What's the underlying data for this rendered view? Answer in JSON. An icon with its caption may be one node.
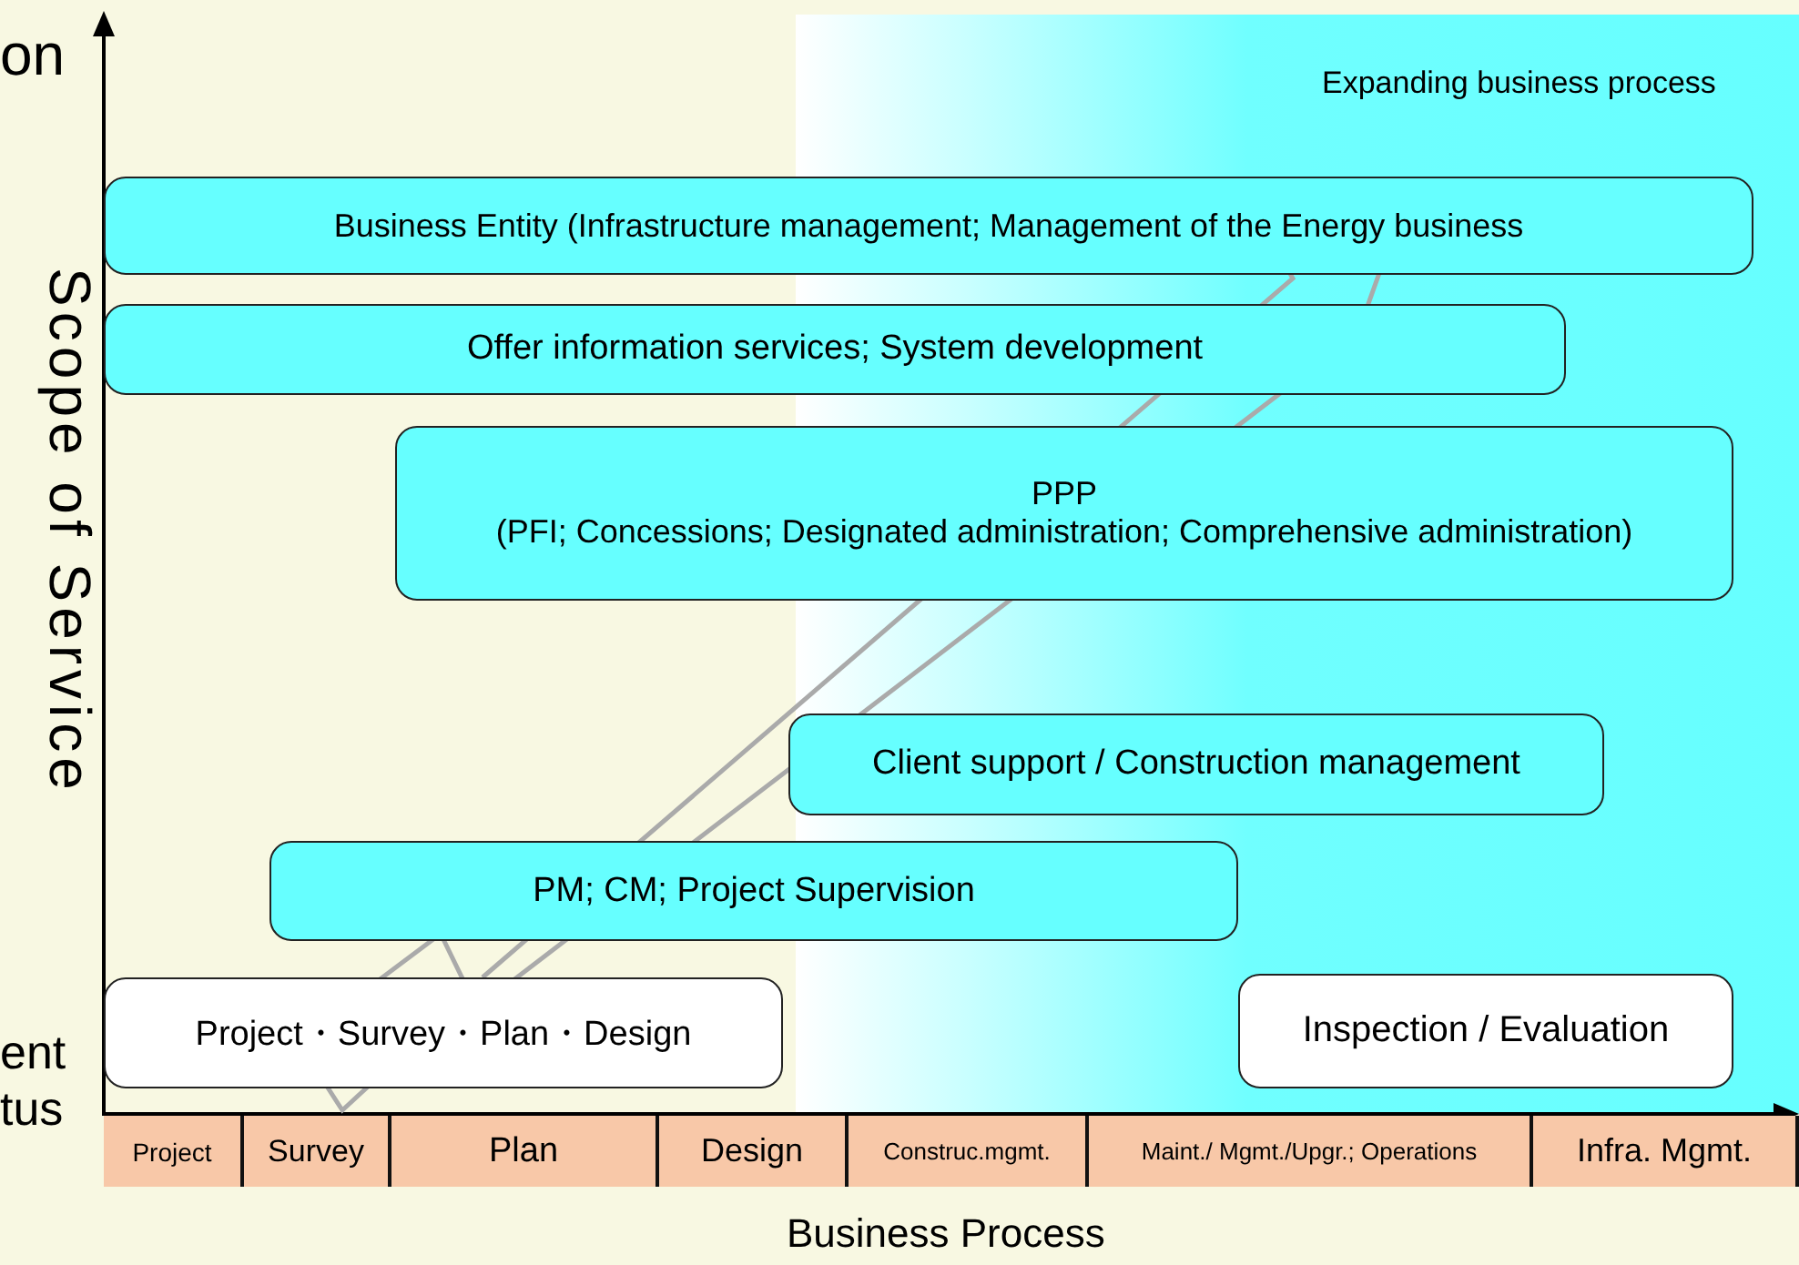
{
  "diagram": {
    "nodes": [
      {
        "text": [
          "Business Entity (Infrastructure management; Management of the Energy business"
        ]
      },
      {
        "text": [
          "Offer information services; System development"
        ]
      },
      {
        "text": [
          "PPP",
          "(PFI; Concessions; Designated administration; Comprehensive administration)"
        ]
      },
      {
        "text": [
          "Client support / Construction management"
        ]
      },
      {
        "text": [
          "PM; CM; Project Supervision"
        ]
      },
      {
        "text": [
          "Project・Survey・Plan・Design"
        ]
      },
      {
        "text": [
          "Inspection / Evaluation"
        ]
      },
      {
        "text": [
          "Project"
        ]
      },
      {
        "text": [
          "Survey"
        ]
      },
      {
        "text": [
          "Plan"
        ]
      },
      {
        "text": [
          "Design"
        ]
      },
      {
        "text": [
          "Construc.mgmt."
        ]
      },
      {
        "text": [
          "Maint./ Mgmt./Upgr.; Operations"
        ]
      },
      {
        "text": [
          "Infra. Mgmt."
        ]
      }
    ],
    "labels": [
      "on",
      "Expanding business process",
      "Scope of Service",
      "ent",
      "tus",
      "Business Process"
    ]
  }
}
